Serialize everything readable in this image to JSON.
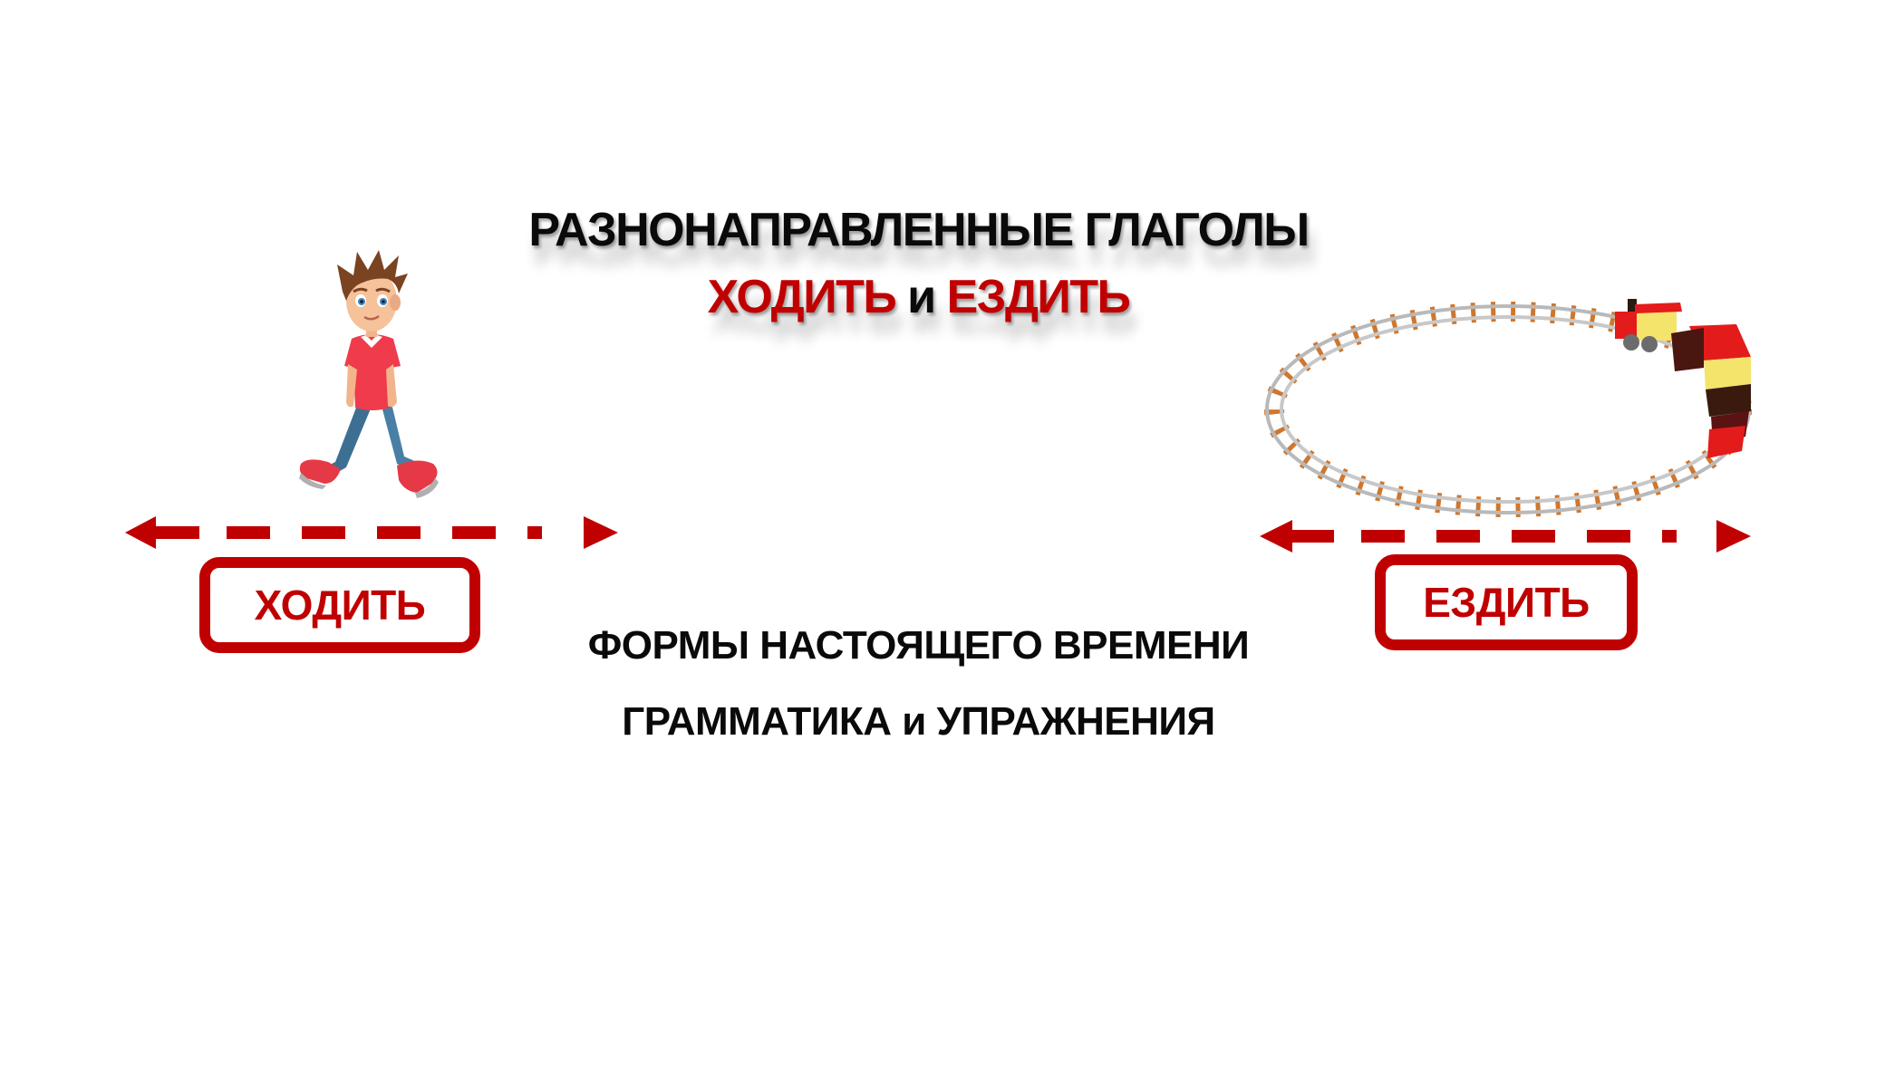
{
  "slide": {
    "title": {
      "line1": "РАЗНОНАПРАВЛЕННЫЕ ГЛАГОЛЫ",
      "line2_word1": "ХОДИТЬ",
      "line2_connector": " и ",
      "line2_word2": "ЕЗДИТЬ"
    },
    "subtitle": {
      "line1": "ФОРМЫ НАСТОЯЩЕГО ВРЕМЕНИ",
      "line2": "ГРАММАТИКА и УПРАЖНЕНИЯ"
    },
    "left_panel": {
      "illustration": "walking-boy-icon",
      "arrow": "double-headed-dashed-arrow-icon",
      "label": "ХОДИТЬ"
    },
    "right_panel": {
      "illustration": "toy-train-on-circular-track-icon",
      "arrow": "double-headed-dashed-arrow-icon",
      "label": "ЕЗДИТЬ"
    },
    "colors": {
      "accent_red": "#c00000",
      "text_black": "#0a0a0a",
      "background": "#ffffff"
    }
  }
}
